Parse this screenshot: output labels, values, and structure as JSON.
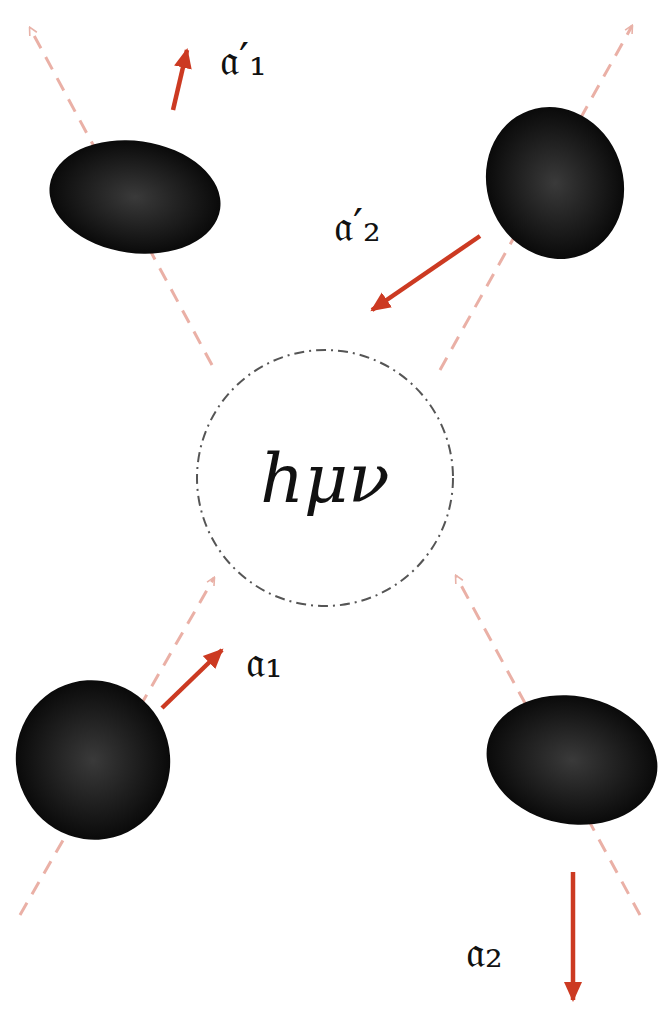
{
  "diagram": {
    "nodes": [
      {
        "text": [
          "hμν"
        ]
      }
    ],
    "labels": [
      "𝔞′₁",
      "𝔞′₂",
      "𝔞₁",
      "𝔞₂"
    ]
  }
}
